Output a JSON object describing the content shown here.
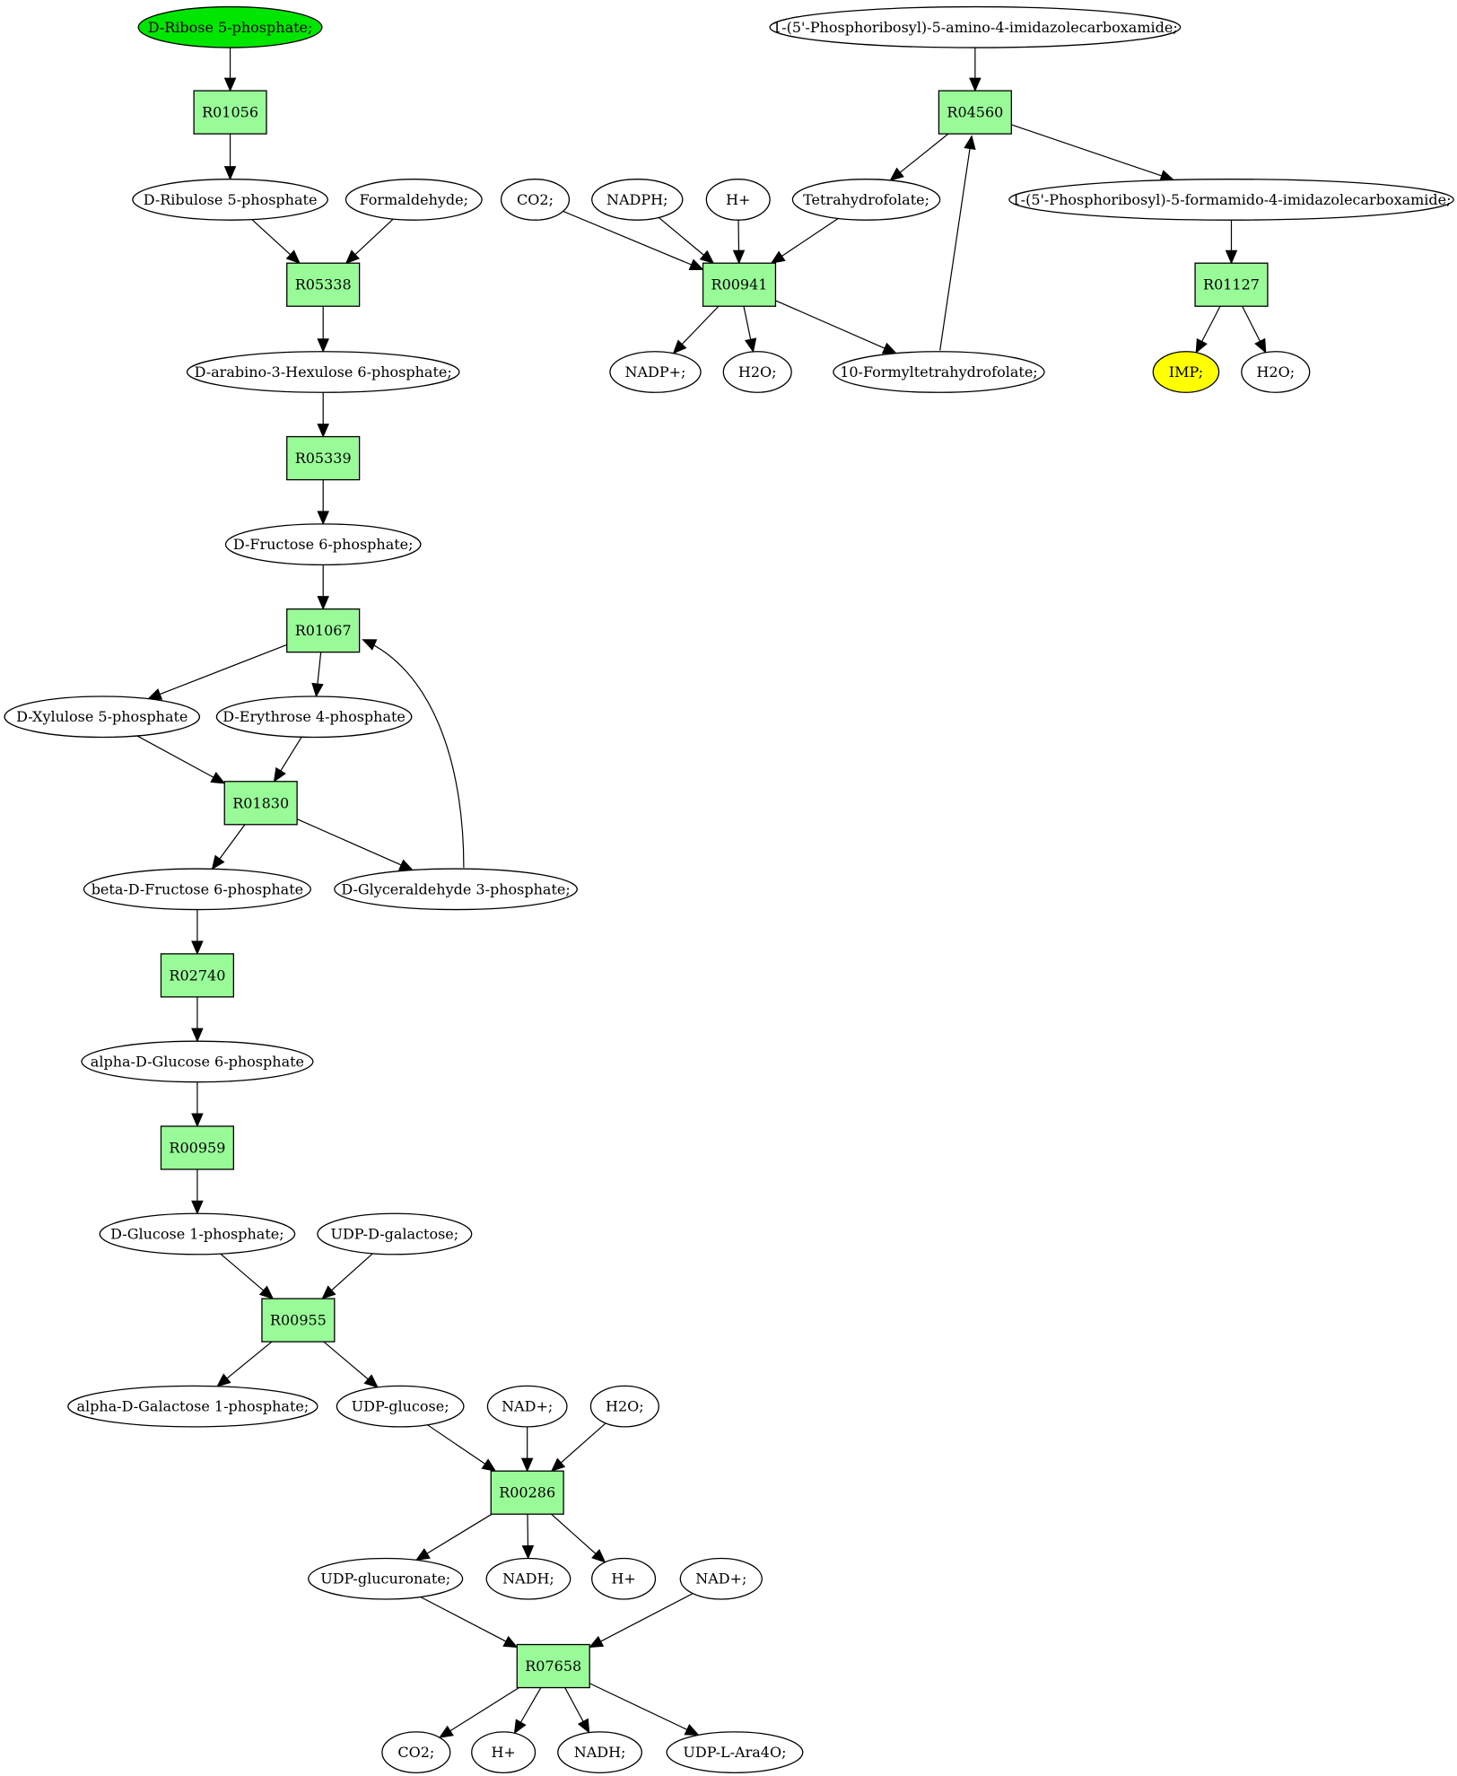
{
  "colors": {
    "reaction_fill": "#98fb98",
    "metabolite_fill": "#ffffff",
    "start_fill": "#00e600",
    "end_fill": "#ffff00",
    "stroke": "#000000"
  },
  "nodes": [
    {
      "id": "n_rib5p",
      "kind": "metabolite",
      "label": "D-Ribose 5-phosphate;",
      "fill": "start"
    },
    {
      "id": "r01056",
      "kind": "reaction",
      "label": "R01056"
    },
    {
      "id": "n_ribu5p",
      "kind": "metabolite",
      "label": "D-Ribulose 5-phosphate"
    },
    {
      "id": "n_formald",
      "kind": "metabolite",
      "label": "Formaldehyde;"
    },
    {
      "id": "r05338",
      "kind": "reaction",
      "label": "R05338"
    },
    {
      "id": "n_arab",
      "kind": "metabolite",
      "label": "D-arabino-3-Hexulose 6-phosphate;"
    },
    {
      "id": "r05339",
      "kind": "reaction",
      "label": "R05339"
    },
    {
      "id": "n_fru6p",
      "kind": "metabolite",
      "label": "D-Fructose 6-phosphate;"
    },
    {
      "id": "r01067",
      "kind": "reaction",
      "label": "R01067"
    },
    {
      "id": "n_xyl5p",
      "kind": "metabolite",
      "label": "D-Xylulose 5-phosphate"
    },
    {
      "id": "n_ery4p",
      "kind": "metabolite",
      "label": "D-Erythrose 4-phosphate"
    },
    {
      "id": "r01830",
      "kind": "reaction",
      "label": "R01830"
    },
    {
      "id": "n_bfru6p",
      "kind": "metabolite",
      "label": "beta-D-Fructose 6-phosphate"
    },
    {
      "id": "n_gap",
      "kind": "metabolite",
      "label": "D-Glyceraldehyde 3-phosphate;"
    },
    {
      "id": "r02740",
      "kind": "reaction",
      "label": "R02740"
    },
    {
      "id": "n_aglc6p",
      "kind": "metabolite",
      "label": "alpha-D-Glucose 6-phosphate"
    },
    {
      "id": "r00959",
      "kind": "reaction",
      "label": "R00959"
    },
    {
      "id": "n_glc1p",
      "kind": "metabolite",
      "label": "D-Glucose 1-phosphate;"
    },
    {
      "id": "n_udpgal",
      "kind": "metabolite",
      "label": "UDP-D-galactose;"
    },
    {
      "id": "r00955",
      "kind": "reaction",
      "label": "R00955"
    },
    {
      "id": "n_agal1p",
      "kind": "metabolite",
      "label": "alpha-D-Galactose 1-phosphate;"
    },
    {
      "id": "n_udpglc",
      "kind": "metabolite",
      "label": "UDP-glucose;"
    },
    {
      "id": "n_nad1",
      "kind": "metabolite",
      "label": "NAD+;"
    },
    {
      "id": "n_h2o2",
      "kind": "metabolite",
      "label": "H2O;"
    },
    {
      "id": "r00286",
      "kind": "reaction",
      "label": "R00286"
    },
    {
      "id": "n_udpglcua",
      "kind": "metabolite",
      "label": "UDP-glucuronate;"
    },
    {
      "id": "n_nadh1",
      "kind": "metabolite",
      "label": "NADH;"
    },
    {
      "id": "n_h1",
      "kind": "metabolite",
      "label": "H+"
    },
    {
      "id": "n_nad2",
      "kind": "metabolite",
      "label": "NAD+;"
    },
    {
      "id": "r07658",
      "kind": "reaction",
      "label": "R07658"
    },
    {
      "id": "n_co2b",
      "kind": "metabolite",
      "label": "CO2;"
    },
    {
      "id": "n_h2",
      "kind": "metabolite",
      "label": "H+"
    },
    {
      "id": "n_nadh2",
      "kind": "metabolite",
      "label": "NADH;"
    },
    {
      "id": "n_udpara",
      "kind": "metabolite",
      "label": "UDP-L-Ara4O;"
    },
    {
      "id": "n_aicar",
      "kind": "metabolite",
      "label": "1-(5'-Phosphoribosyl)-5-amino-4-imidazolecarboxamide;"
    },
    {
      "id": "r04560",
      "kind": "reaction",
      "label": "R04560"
    },
    {
      "id": "n_co2a",
      "kind": "metabolite",
      "label": "CO2;"
    },
    {
      "id": "n_nadph",
      "kind": "metabolite",
      "label": "NADPH;"
    },
    {
      "id": "n_hplus",
      "kind": "metabolite",
      "label": "H+"
    },
    {
      "id": "n_thf",
      "kind": "metabolite",
      "label": "Tetrahydrofolate;"
    },
    {
      "id": "n_faicar",
      "kind": "metabolite",
      "label": "1-(5'-Phosphoribosyl)-5-formamido-4-imidazolecarboxamide;"
    },
    {
      "id": "r00941",
      "kind": "reaction",
      "label": "R00941"
    },
    {
      "id": "r01127",
      "kind": "reaction",
      "label": "R01127"
    },
    {
      "id": "n_nadp",
      "kind": "metabolite",
      "label": "NADP+;"
    },
    {
      "id": "n_h2o1",
      "kind": "metabolite",
      "label": "H2O;"
    },
    {
      "id": "n_fthf",
      "kind": "metabolite",
      "label": "10-Formyltetrahydrofolate;"
    },
    {
      "id": "n_imp",
      "kind": "metabolite",
      "label": "IMP;",
      "fill": "end"
    },
    {
      "id": "n_h2o3",
      "kind": "metabolite",
      "label": "H2O;"
    }
  ],
  "edges": [
    [
      "n_rib5p",
      "r01056"
    ],
    [
      "r01056",
      "n_ribu5p"
    ],
    [
      "n_ribu5p",
      "r05338"
    ],
    [
      "n_formald",
      "r05338"
    ],
    [
      "r05338",
      "n_arab"
    ],
    [
      "n_arab",
      "r05339"
    ],
    [
      "r05339",
      "n_fru6p"
    ],
    [
      "n_fru6p",
      "r01067"
    ],
    [
      "r01067",
      "n_xyl5p"
    ],
    [
      "r01067",
      "n_ery4p"
    ],
    [
      "n_xyl5p",
      "r01830"
    ],
    [
      "n_ery4p",
      "r01830"
    ],
    [
      "r01830",
      "n_bfru6p"
    ],
    [
      "r01830",
      "n_gap"
    ],
    [
      "n_gap",
      "r01067"
    ],
    [
      "n_bfru6p",
      "r02740"
    ],
    [
      "r02740",
      "n_aglc6p"
    ],
    [
      "n_aglc6p",
      "r00959"
    ],
    [
      "r00959",
      "n_glc1p"
    ],
    [
      "n_glc1p",
      "r00955"
    ],
    [
      "n_udpgal",
      "r00955"
    ],
    [
      "r00955",
      "n_agal1p"
    ],
    [
      "r00955",
      "n_udpglc"
    ],
    [
      "n_udpglc",
      "r00286"
    ],
    [
      "n_nad1",
      "r00286"
    ],
    [
      "n_h2o2",
      "r00286"
    ],
    [
      "r00286",
      "n_udpglcua"
    ],
    [
      "r00286",
      "n_nadh1"
    ],
    [
      "r00286",
      "n_h1"
    ],
    [
      "n_udpglcua",
      "r07658"
    ],
    [
      "n_nad2",
      "r07658"
    ],
    [
      "r07658",
      "n_co2b"
    ],
    [
      "r07658",
      "n_h2"
    ],
    [
      "r07658",
      "n_nadh2"
    ],
    [
      "r07658",
      "n_udpara"
    ],
    [
      "n_aicar",
      "r04560"
    ],
    [
      "r04560",
      "n_thf"
    ],
    [
      "r04560",
      "n_faicar"
    ],
    [
      "n_co2a",
      "r00941"
    ],
    [
      "n_nadph",
      "r00941"
    ],
    [
      "n_hplus",
      "r00941"
    ],
    [
      "n_thf",
      "r00941"
    ],
    [
      "r00941",
      "n_nadp"
    ],
    [
      "r00941",
      "n_h2o1"
    ],
    [
      "r00941",
      "n_fthf"
    ],
    [
      "n_fthf",
      "r04560"
    ],
    [
      "n_faicar",
      "r01127"
    ],
    [
      "r01127",
      "n_imp"
    ],
    [
      "r01127",
      "n_h2o3"
    ]
  ]
}
